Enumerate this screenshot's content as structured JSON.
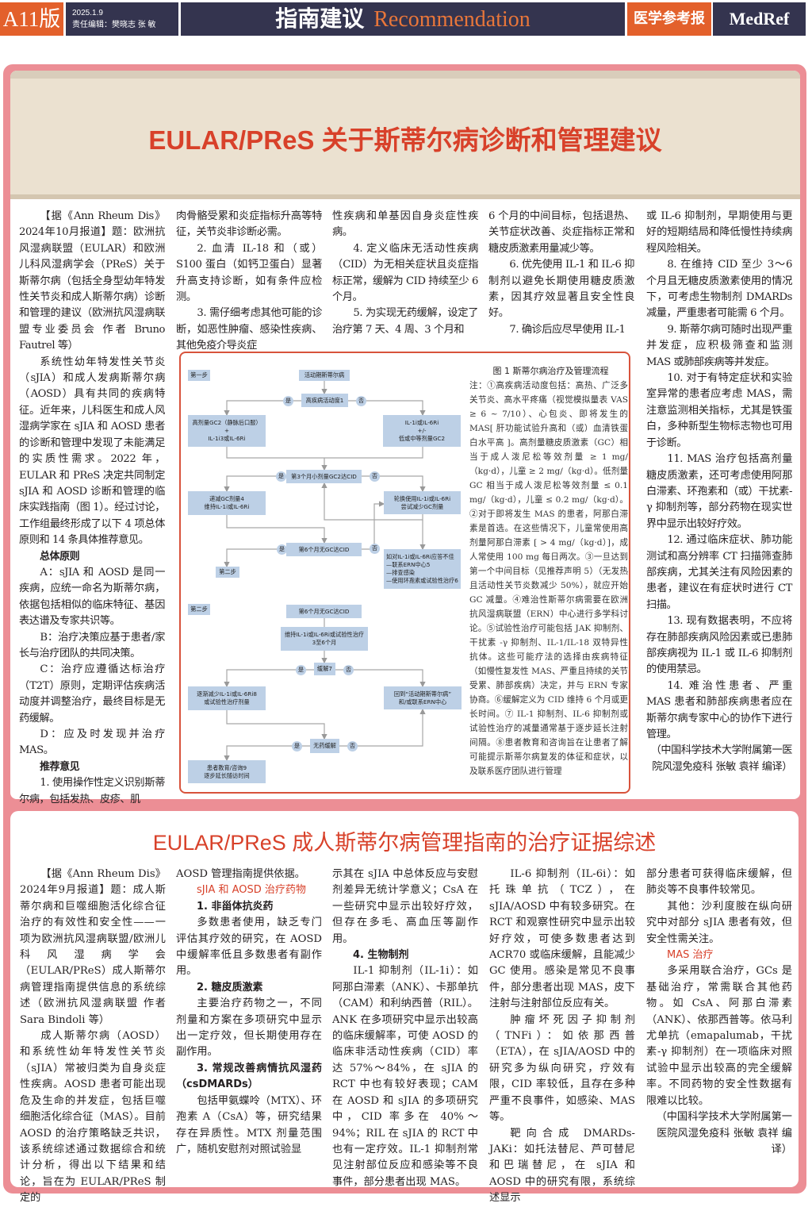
{
  "header": {
    "edition": "A11版",
    "date": "2025.1.9",
    "editors": "责任编辑：樊晓志  张  敏",
    "section_cn": "指南建议",
    "section_en": "Recommendation",
    "brand_cn": "医学参考报",
    "brand_en": "MedRef"
  },
  "article1": {
    "title": "EULAR/PReS 关于斯蒂尔病诊断和管理建议",
    "columns": [
      [
        {
          "t": "【据《Ann Rheum Dis》2024年10月报道】题：欧洲抗风湿病联盟（EULAR）和欧洲儿科风湿病学会（PReS）关于斯蒂尔病（包括全身型幼年特发性关节炎和成人斯蒂尔病）诊断和管理的建议（欧洲抗风湿病联盟专业委员会 作者 Bruno Fautrel 等）",
          "c": ""
        },
        {
          "t": "系统性幼年特发性关节炎（sJIA）和成人发病斯蒂尔病（AOSD）具有共同的疾病特征。近年来，儿科医生和成人风湿病学家在 sJIA 和 AOSD 患者的诊断和管理中发现了未能满足的实质性需求。2022 年，EULAR 和 PReS 决定共同制定 sJIA 和 AOSD 诊断和管理的临床实践指南（图 1）。经过讨论，工作组最终形成了以下 4 项总体原则和 14 条具体推荐意见。",
          "c": ""
        },
        {
          "t": "总体原则",
          "c": "h"
        },
        {
          "t": "A：sJIA 和 AOSD 是同一疾病，应统一命名为斯蒂尔病，依据包括相似的临床特征、基因表达谱及专家共识等。",
          "c": ""
        },
        {
          "t": "B：治疗决策应基于患者/家长与治疗团队的共同决策。",
          "c": ""
        },
        {
          "t": "C：治疗应遵循达标治疗（T2T）原则，定期评估疾病活动度并调整治疗，最终目标是无药缓解。",
          "c": ""
        },
        {
          "t": "D：应及时发现并治疗 MAS。",
          "c": ""
        },
        {
          "t": "推荐意见",
          "c": "h"
        },
        {
          "t": "1. 使用操作性定义识别斯蒂尔病，包括发热、皮疹、肌",
          "c": ""
        }
      ],
      [
        {
          "t": "肉骨骼受累和炎症指标升高等特征，关节炎非诊断必需。",
          "c": "noindent"
        },
        {
          "t": "2. 血清 IL-18 和（或）S100 蛋白（如钙卫蛋白）显著升高支持诊断，如有条件应检测。",
          "c": ""
        },
        {
          "t": "3. 需仔细考虑其他可能的诊断，如恶性肿瘤、感染性疾病、其他免疫介导炎症",
          "c": ""
        }
      ],
      [
        {
          "t": "性疾病和单基因自身炎症性疾病。",
          "c": "noindent"
        },
        {
          "t": "4. 定义临床无活动性疾病（CID）为无相关症状且炎症指标正常，缓解为 CID 持续至少 6 个月。",
          "c": ""
        },
        {
          "t": "5. 为实现无药缓解，设定了治疗第 7 天、4 周、3 个月和",
          "c": ""
        }
      ],
      [
        {
          "t": "6 个月的中间目标，包括退热、关节症状改善、炎症指标正常和糖皮质激素用量减少等。",
          "c": "noindent"
        },
        {
          "t": "6. 优先使用 IL-1 和 IL-6 抑制剂以避免长期使用糖皮质激素，因其疗效显著且安全性良好。",
          "c": ""
        },
        {
          "t": "7. 确诊后应尽早使用 IL-1",
          "c": ""
        }
      ],
      [
        {
          "t": "或 IL-6 抑制剂，早期使用与更好的短期结局和降低慢性持续病程风险相关。",
          "c": "noindent"
        },
        {
          "t": "8. 在维持 CID 至少 3～6 个月且无糖皮质激素使用的情况下，可考虑生物制剂 DMARDs 减量，严重患者可能需 6 个月。",
          "c": ""
        },
        {
          "t": "9. 斯蒂尔病可随时出现严重并发症，应积极筛查和监测 MAS 或肺部疾病等并发症。",
          "c": ""
        },
        {
          "t": "10. 对于有特定症状和实验室异常的患者应考虑 MAS，需注意监测相关指标，尤其是铁蛋白，多种新型生物标志物也可用于诊断。",
          "c": ""
        },
        {
          "t": "11. MAS 治疗包括高剂量糖皮质激素，还可考虑使用阿那白滞素、环孢素和（或）干扰素-γ 抑制剂等，部分药物在现实世界中显示出较好疗效。",
          "c": ""
        },
        {
          "t": "12. 通过临床症状、肺功能测试和高分辨率 CT 扫描筛查肺部疾病，尤其关注有风险因素的患者，建议在有症状时进行 CT 扫描。",
          "c": ""
        },
        {
          "t": "13. 现有数据表明，不应将存在肺部疾病风险因素或已患肺部疾病视为 IL-1 或 IL-6 抑制剂的使用禁忌。",
          "c": ""
        },
        {
          "t": "14. 难治性患者、严重 MAS 患者和肺部疾病患者应在斯蒂尔病专家中心的协作下进行管理。",
          "c": ""
        },
        {
          "t": "（中国科学技术大学附属第一医院风湿免疫科 张敏 袁祥 编译）",
          "c": "credit"
        }
      ]
    ],
    "figure": {
      "title": "图 1  斯蒂尔病治疗及管理流程",
      "note": "注：①高疾病活动度包括：高热、广泛多关节炎、高水平疼痛（视觉模拟量表 VAS ≥ 6 ~ 7/10）、心包炎、即将发生的 MAS[ 肝功能试验升高和（或）血清铁蛋白水平高 ]。高剂量糖皮质激素（GC）相当于成人泼尼松等效剂量 ≥ 1 mg/（kg·d），儿童 ≥ 2 mg/（kg·d）。低剂量 GC 相当于成人泼尼松等效剂量 ≤ 0.1 mg/（kg·d），儿童 ≤ 0.2 mg/（kg·d）。②对于即将发生 MAS 的患者，阿那白滞素是首选。在这些情况下，儿童常使用高剂量阿那白滞素 [ > 4 mg/（kg·d）]，成人常使用 100 mg 每日两次。③一旦达到第一个中间目标（见推荐声明 5）（无发热且活动性关节炎数减少 50%），就应开始 GC 减量。④难治性斯蒂尔病需要在欧洲抗风湿病联盟（ERN）中心进行多学科讨论。⑤试验性治疗可能包括 JAK 抑制剂、干扰素 -γ 抑制剂、IL-1/IL-18 双特异性抗体。这些可能疗法的选择由疾病特征（如慢性复发性 MAS、严重且持续的关节受累、肺部疾病）决定，并与 ERN 专家协商。⑥缓解定义为 CID 维持 6 个月或更长时间。⑦ IL-1 抑制剂、IL-6 抑制剂或试验性治疗的减量通常基于逐步延长注射间隔。⑧患者教育和咨询旨在让患者了解可能提示斯蒂尔病复发的体征和症状，以及联系医疗团队进行管理",
      "step1": "第一步",
      "step2": "第二步",
      "yes": "是",
      "no": "否",
      "nodes": {
        "start": "活动期斯蒂尔病",
        "high": "高疾病活动度1",
        "l1": "高剂量GC2（静脉后口服）\n+\nIL-1i3或IL-6Ri",
        "r1": "IL-1i或IL-6Ri\n+/-\n低或中等剂量GC2",
        "m3": "第3个月小剂量GC2达CID",
        "l2": "递减GC剂量4\n维持IL-1i或IL-6Ri",
        "r2": "轮换使用IL-1i或IL-6Ri\n尝试减少GC剂量",
        "m6": "第6个月无GC达CID",
        "r3": "如对IL-1i或IL-6Ri应答不佳\n—联系ERN中心5\n—排查感染\n—使用环孢素或试验性治疗6",
        "m6b": "第6个月无GC达CID",
        "keep": "维持IL-1i或IL-6Ri或试验性治疗\n3至6个月",
        "rem": "缓解7",
        "l4": "逐渐减少IL-1i或IL-6Ri8\n或试验性治疗剂量",
        "r4": "回到“活动期斯蒂尔病”\n和/或联系ERN中心",
        "df": "无药缓解",
        "l5": "患者教育/咨询9\n逐步延长随访时间"
      }
    }
  },
  "article2": {
    "title": "EULAR/PReS 成人斯蒂尔病管理指南的治疗证据综述",
    "columns": [
      [
        {
          "t": "【据《Ann Rheum Dis》2024年9月报道】题：成人斯蒂尔病和巨噬细胞活化综合征治疗的有效性和安全性——一项为欧洲抗风湿病联盟/欧洲儿科风湿病学会（EULAR/PReS）成人斯蒂尔病管理指南提供信息的系统综述（欧洲抗风湿病联盟 作者 Sara Bindoli 等）",
          "c": ""
        },
        {
          "t": "成人斯蒂尔病（AOSD）和系统性幼年特发性关节炎（sJIA）常被归类为自身炎症性疾病。AOSD 患者可能出现危及生命的并发症，包括巨噬细胞活化综合征（MAS）。目前 AOSD 的治疗策略缺乏共识，该系统综述通过数据综合和统计分析，得出以下结果和结论，旨在为 EULAR/PReS 制定的",
          "c": ""
        }
      ],
      [
        {
          "t": "AOSD 管理指南提供依据。",
          "c": "noindent"
        },
        {
          "t": "sJIA 和 AOSD 治疗药物",
          "c": "red"
        },
        {
          "t": "1. 非甾体抗炎药",
          "c": "h"
        },
        {
          "t": "多数患者使用，缺乏专门评估其疗效的研究，在 AOSD 中缓解率低且多数患者有副作用。",
          "c": ""
        },
        {
          "t": "2. 糖皮质激素",
          "c": "h"
        },
        {
          "t": "主要治疗药物之一，不同剂量和方案在多项研究中显示出一定疗效，但长期使用存在副作用。",
          "c": ""
        },
        {
          "t": "3. 常规改善病情抗风湿药（csDMARDs）",
          "c": "h"
        },
        {
          "t": "包括甲氨蝶呤（MTX）、环孢素 A（CsA）等，研究结果存在异质性。MTX 剂量范围广，随机安慰剂对照试验显",
          "c": ""
        }
      ],
      [
        {
          "t": "示其在 sJIA 中总体反应与安慰剂差异无统计学意义；CsA 在一些研究中显示出较好疗效，但存在多毛、高血压等副作用。",
          "c": "noindent"
        },
        {
          "t": "4. 生物制剂",
          "c": "h"
        },
        {
          "t": "IL-1 抑制剂（IL-1i）：如阿那白滞素（ANK）、卡那单抗（CAM）和利纳西普（RIL）。ANK 在多项研究中显示出较高的临床缓解率，可使 AOSD 的临床非活动性疾病（CID）率达 57%～84%，在 sJIA 的 RCT 中也有较好表现；CAM 在 AOSD 和 sJIA 的多项研究中，CID 率多在 40%～94%；RIL 在 sJIA 的 RCT 中也有一定疗效。IL-1 抑制剂常见注射部位反应和感染等不良事件，部分患者出现 MAS。",
          "c": ""
        }
      ],
      [
        {
          "t": "IL-6 抑制剂（IL-6i）：如托珠单抗（TCZ），在 sJIA/AOSD 中有较多研究。在 RCT 和观察性研究中显示出较好疗效，可使多数患者达到 ACR70 或临床缓解，且能减少 GC 使用。感染是常见不良事件，部分患者出现 MAS，皮下注射与注射部位反应有关。",
          "c": ""
        },
        {
          "t": "肿瘤坏死因子抑制剂（TNFi）：如依那西普（ETA），在 sJIA/AOSD 中的研究多为纵向研究，疗效有限，CID 率较低，且存在多种严重不良事件，如感染、MAS 等。",
          "c": ""
        },
        {
          "t": "靶向合成 DMARDs-JAKi：如托法替尼、芦可替尼和巴瑞替尼，在 sJIA 和 AOSD 中的研究有限，系统综述显示",
          "c": ""
        }
      ],
      [
        {
          "t": "部分患者可获得临床缓解，但肺炎等不良事件较常见。",
          "c": "noindent"
        },
        {
          "t": "其他：沙利度胺在纵向研究中对部分 sJIA 患者有效，但安全性需关注。",
          "c": ""
        },
        {
          "t": "MAS 治疗",
          "c": "red"
        },
        {
          "t": "多采用联合治疗，GCs 是基础治疗，常需联合其他药物。如 CsA、阿那白滞素（ANK）、依那西普等。依马利尤单抗（emapalumab，干扰素-γ 抑制剂）在一项临床对照试验中显示出较高的完全缓解率。不同药物的安全性数据有限难以比较。",
          "c": ""
        },
        {
          "t": "（中国科学技术大学附属第一医院风湿免疫科 张敏 袁祥 编译）",
          "c": "credit"
        }
      ]
    ]
  }
}
